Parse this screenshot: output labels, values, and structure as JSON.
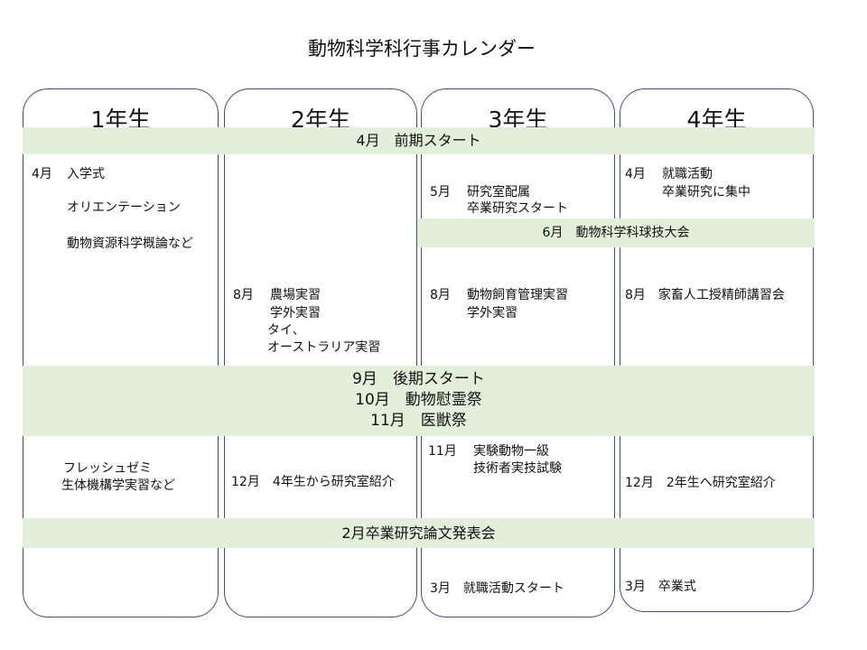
{
  "title": "動物科学科行事カレンダー",
  "columns": [
    {
      "label": "1年生"
    },
    {
      "label": "2年生"
    },
    {
      "label": "3年生"
    },
    {
      "label": "4年生"
    }
  ],
  "bands": {
    "april": {
      "text": "4月　前期スタート"
    },
    "june": {
      "text": "6月　動物科学科球技大会"
    },
    "autumn": {
      "lines": [
        "9月　後期スタート",
        "10月　動物慰霊祭",
        "11月　医獣祭"
      ]
    },
    "feb": {
      "text": "2月卒業研究論文発表会"
    }
  },
  "colors": {
    "band": "#e3eedb",
    "border": "#3b4f86"
  },
  "events": {
    "y1": {
      "april_month": "4月",
      "april_item1": "入学式",
      "april_item2": "オリエンテーション",
      "april_item3": "動物資源科学概論など",
      "late_line1": "フレッシュゼミ",
      "late_line2": "生体機構学実習など"
    },
    "y2": {
      "aug_month": "8月",
      "aug_item1": "農場実習",
      "aug_item2": "学外実習",
      "aug_item3": "タイ、",
      "aug_item4": "オーストラリア実習",
      "dec_text": "12月　4年生から研究室紹介"
    },
    "y3": {
      "may_month": "5月",
      "may_item1": "研究室配属",
      "may_item2": "卒業研究スタート",
      "aug_month": "8月",
      "aug_item1": "動物飼育管理実習",
      "aug_item2": "学外実習",
      "nov_month": "11月",
      "nov_item1": "実験動物一級",
      "nov_item2": "技術者実技試験",
      "mar_text": "3月　就職活動スタート"
    },
    "y4": {
      "apr_month": "4月",
      "apr_item1": "就職活動",
      "apr_item2": "卒業研究に集中",
      "aug_text": "8月　家畜人工授精師講習会",
      "dec_text": "12月　2年生へ研究室紹介",
      "mar_text": "3月　卒業式"
    }
  }
}
